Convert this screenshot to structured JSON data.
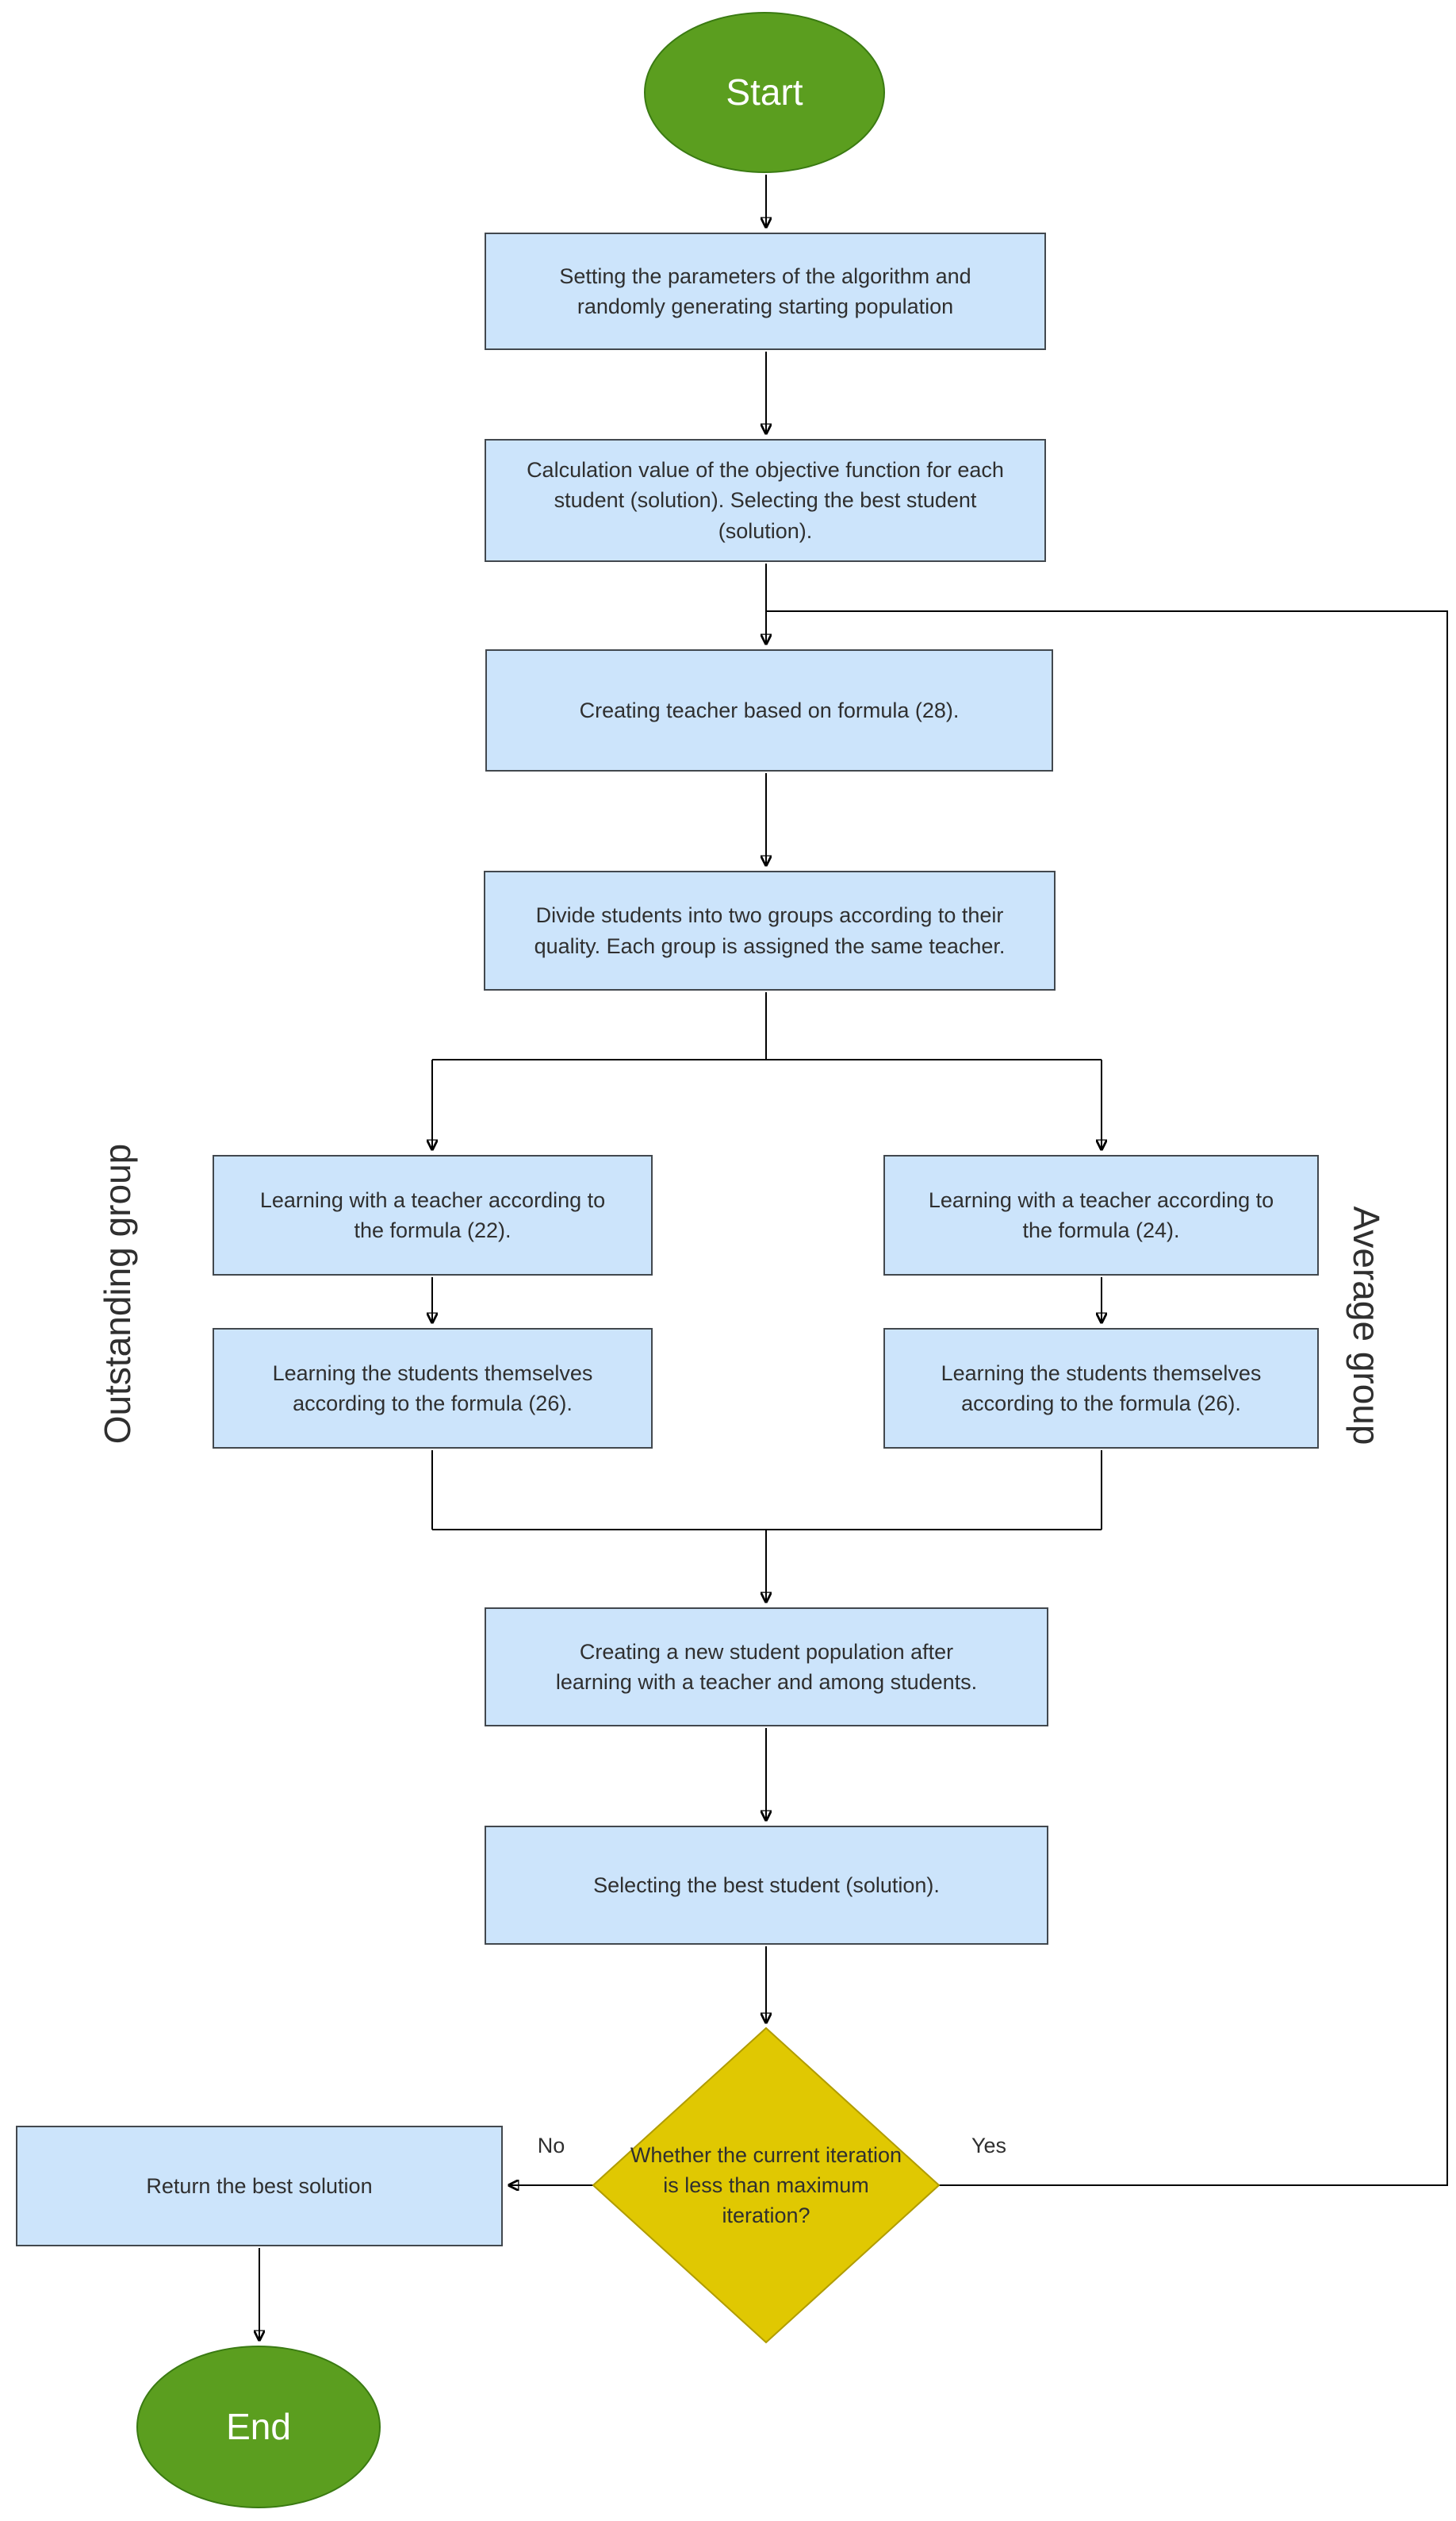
{
  "nodes": {
    "start": {
      "label": "Start"
    },
    "init": {
      "label": "Setting the parameters of the algorithm and\nrandomly generating starting population"
    },
    "objective": {
      "label": "Calculation value of the objective function for each\nstudent (solution). Selecting the best student\n(solution)."
    },
    "teacher": {
      "label": "Creating teacher based on formula (28)."
    },
    "divide": {
      "label": "Divide students into two groups according to their\nquality. Each group is assigned the same teacher."
    },
    "left_teacher": {
      "label": "Learning with a teacher according to\nthe formula (22)."
    },
    "right_teacher": {
      "label": "Learning with a teacher according to\nthe formula (24)."
    },
    "left_self": {
      "label": "Learning the students themselves\naccording to the formula (26)."
    },
    "right_self": {
      "label": "Learning the students themselves\naccording to the formula (26)."
    },
    "new_population": {
      "label": "Creating a new student population  after\nlearning with a teacher and among students."
    },
    "select_best": {
      "label": "Selecting the best student (solution)."
    },
    "decision": {
      "label": "Whether the current\niteration is less than\nmaximum iteration?"
    },
    "return_best": {
      "label": "Return the best solution"
    },
    "end": {
      "label": "End"
    }
  },
  "edge_labels": {
    "no": "No",
    "yes": "Yes"
  },
  "group_labels": {
    "outstanding": "Outstanding group",
    "average": "Average group"
  },
  "colors": {
    "process_fill": "#cce4fb",
    "process_border": "#42484e",
    "terminal_fill": "#5b9e1f",
    "terminal_border": "#3a7a12",
    "decision_fill": "#e0c802",
    "decision_border": "#b09c00",
    "connector": "#000000",
    "text": "#2f2f2f",
    "terminal_text": "#ffffff"
  }
}
